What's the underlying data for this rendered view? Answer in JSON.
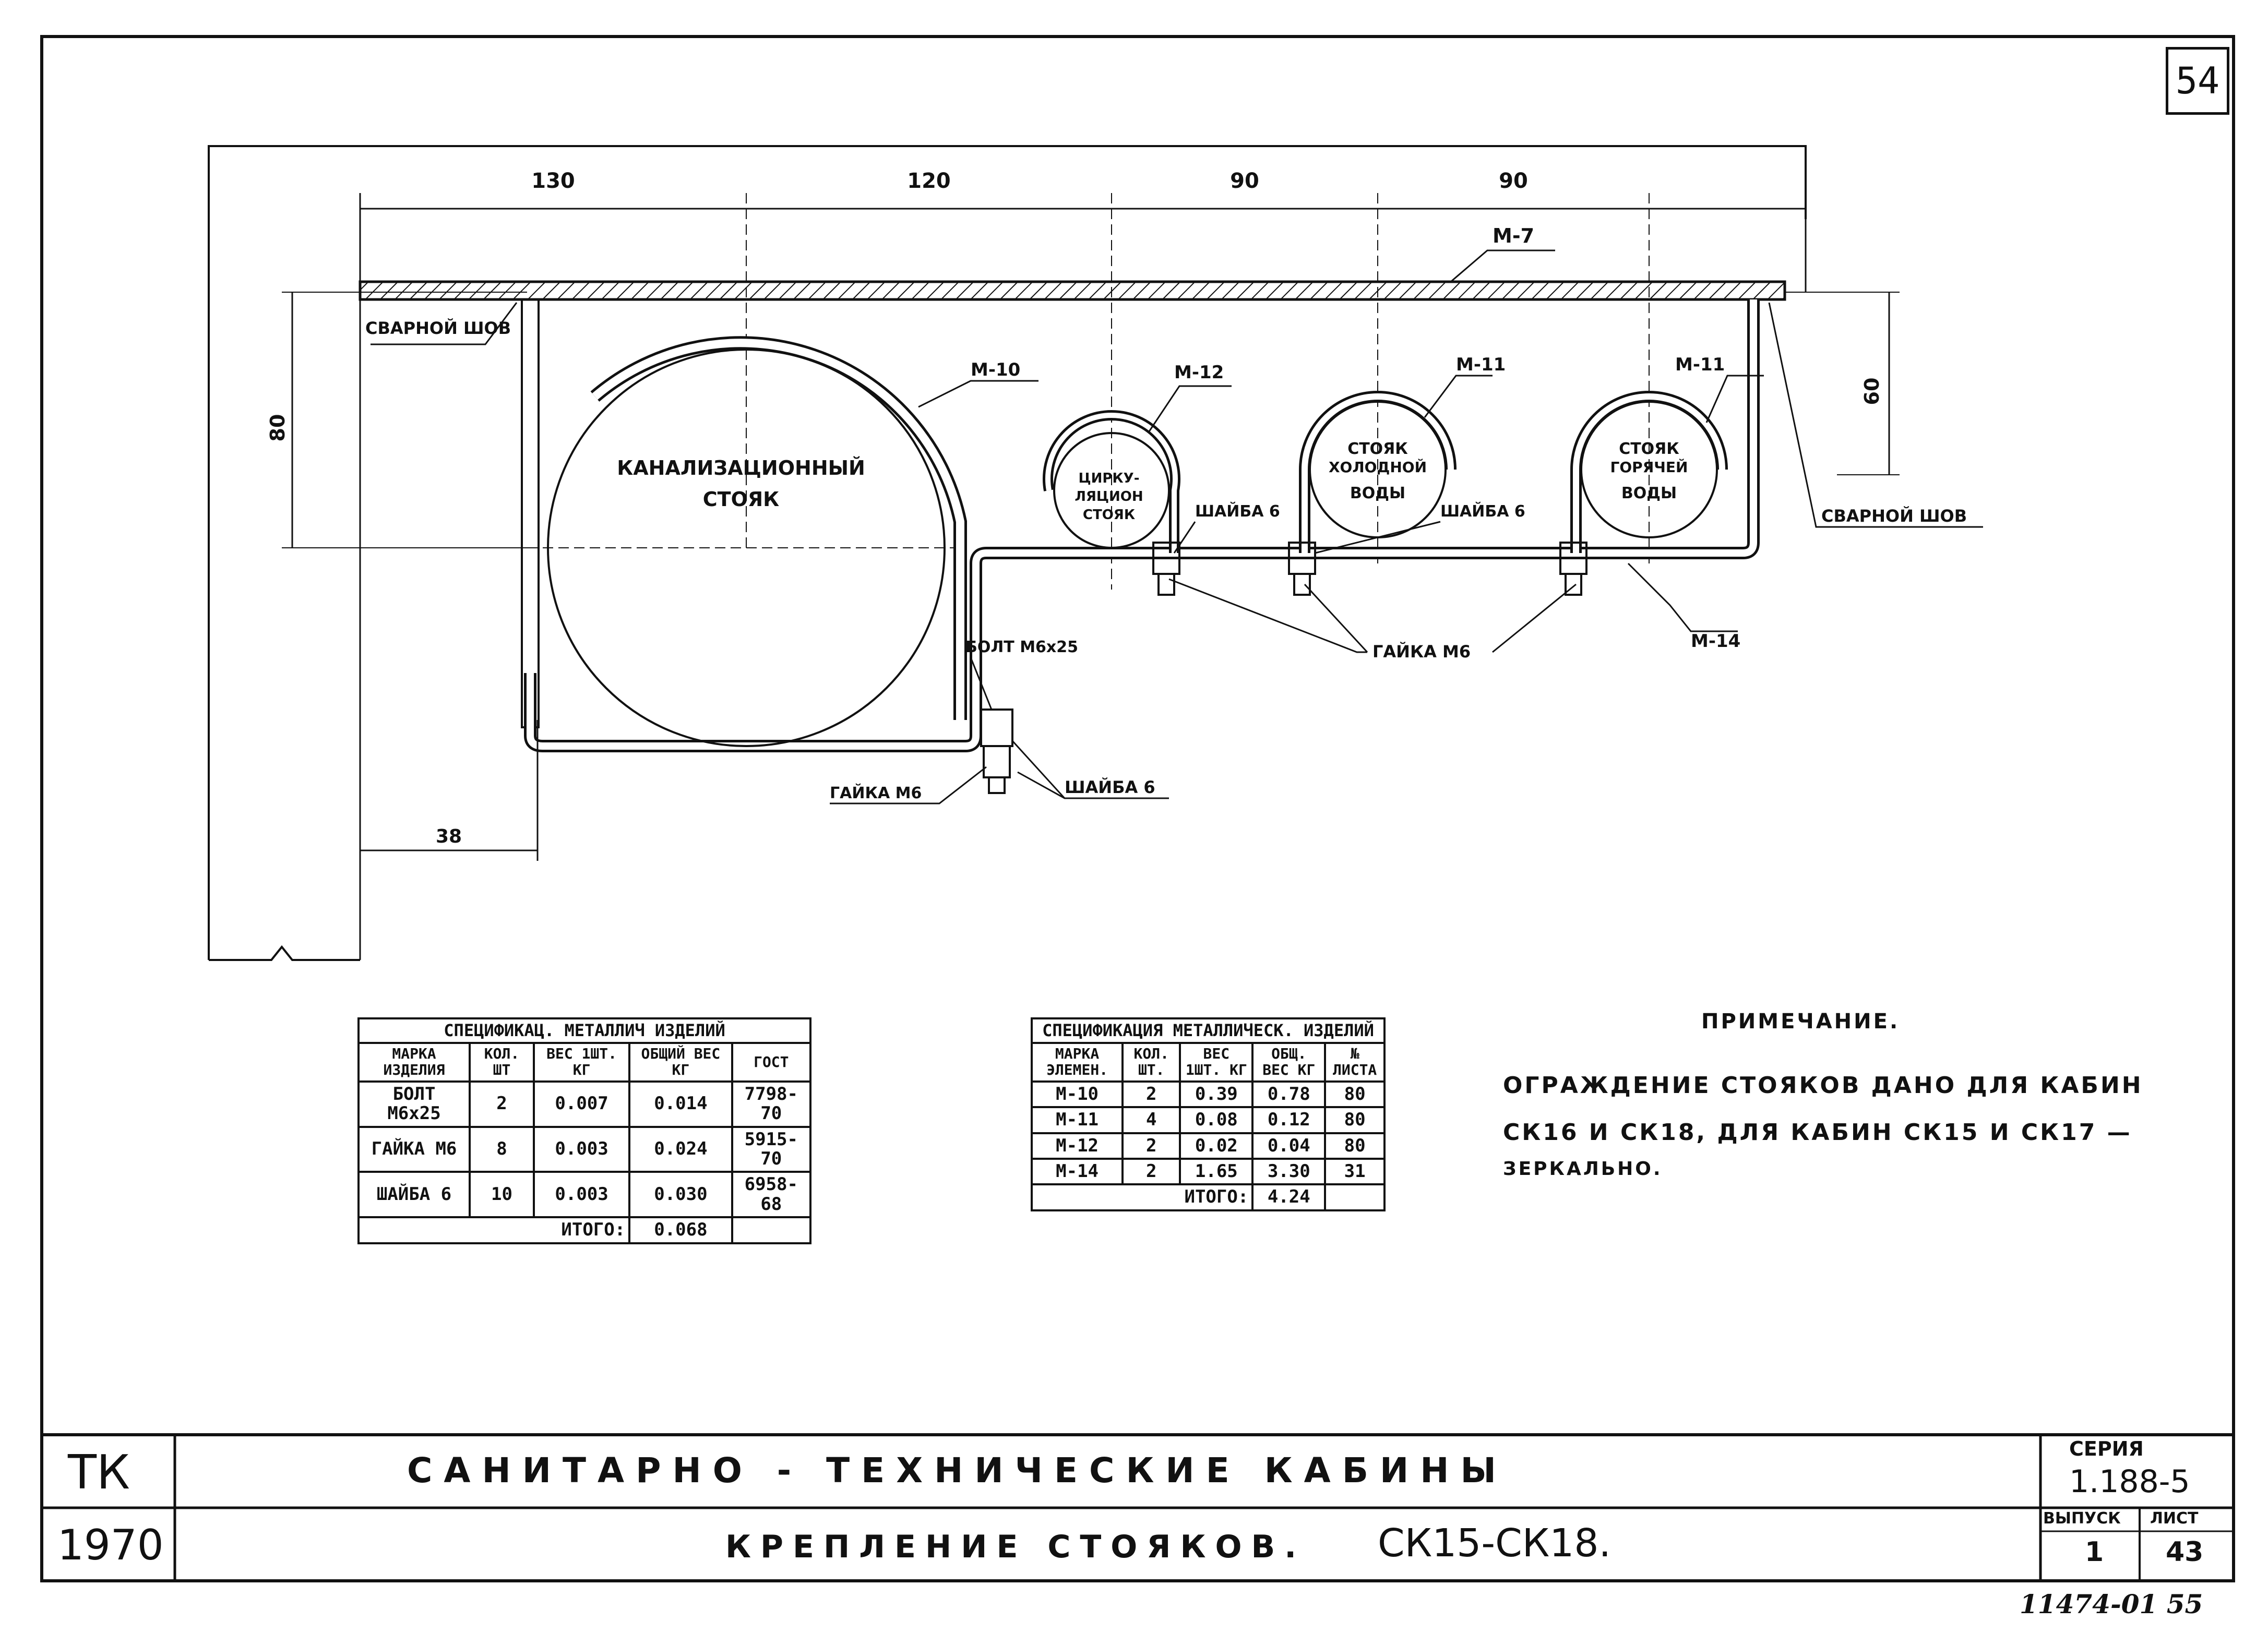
{
  "sheet_number": "54",
  "dims": {
    "top": [
      "130",
      "120",
      "90",
      "90"
    ],
    "left_vertical": "80",
    "right_vertical": "60",
    "bottom": "38"
  },
  "labels": {
    "m7": "М-7",
    "m10": "М-10",
    "m12": "М-12",
    "m11a": "М-11",
    "m11b": "М-11",
    "m14": "М-14",
    "weld_left": "СВАРНОЙ ШОВ",
    "weld_right": "СВАРНОЙ ШОВ",
    "sewer_riser_1": "КАНАЛИЗАЦИОННЫЙ",
    "sewer_riser_2": "СТОЯК",
    "circ_riser_1": "ЦИРКУ-",
    "circ_riser_2": "ЛЯЦИОН",
    "circ_riser_3": "СТОЯК",
    "cold_riser_1": "СТОЯК",
    "cold_riser_2": "ХОЛОДНОЙ",
    "cold_riser_3": "ВОДЫ",
    "hot_riser_1": "СТОЯК",
    "hot_riser_2": "ГОРЯЧЕЙ",
    "hot_riser_3": "ВОДЫ",
    "washer_a": "ШАЙБА 6",
    "washer_b": "ШАЙБА 6",
    "washer_c": "ШАЙБА 6",
    "nut_m6_a": "ГАЙКА М6",
    "nut_m6_b": "ГАЙКА М6",
    "bolt": "БОЛТ М6х25"
  },
  "table1": {
    "title": "СПЕЦИФИКАЦ. МЕТАЛЛИЧ ИЗДЕЛИЙ",
    "headers": [
      "МАРКА ИЗДЕЛИЯ",
      "КОЛ. ШТ",
      "ВЕС 1ШТ. КГ",
      "ОБЩИЙ ВЕС КГ",
      "ГОСТ"
    ],
    "rows": [
      [
        "БОЛТ М6х25",
        "2",
        "0.007",
        "0.014",
        "7798-70"
      ],
      [
        "ГАЙКА М6",
        "8",
        "0.003",
        "0.024",
        "5915-70"
      ],
      [
        "ШАЙБА 6",
        "10",
        "0.003",
        "0.030",
        "6958-68"
      ]
    ],
    "total_label": "ИТОГО:",
    "total_value": "0.068"
  },
  "table2": {
    "title": "СПЕЦИФИКАЦИЯ МЕТАЛЛИЧЕСК. ИЗДЕЛИЙ",
    "headers": [
      "МАРКА ЭЛЕМЕН.",
      "КОЛ. ШТ.",
      "ВЕС 1ШТ. КГ",
      "ОБЩ. ВЕС КГ",
      "№ ЛИСТА"
    ],
    "rows": [
      [
        "М-10",
        "2",
        "0.39",
        "0.78",
        "80"
      ],
      [
        "М-11",
        "4",
        "0.08",
        "0.12",
        "80"
      ],
      [
        "М-12",
        "2",
        "0.02",
        "0.04",
        "80"
      ],
      [
        "М-14",
        "2",
        "1.65",
        "3.30",
        "31"
      ]
    ],
    "total_label": "ИТОГО:",
    "total_value": "4.24"
  },
  "note": {
    "title": "ПРИМЕЧАНИЕ.",
    "line1": "ОГРАЖДЕНИЕ СТОЯКОВ ДАНО ДЛЯ КАБИН",
    "line2": "СК16 И СК18, ДЛЯ КАБИН СК15 И СК17 —",
    "line3": "ЗЕРКАЛЬНО."
  },
  "title_block": {
    "org": "ТК",
    "year": "1970",
    "title": "САНИТАРНО - ТЕХНИЧЕСКИЕ КАБИНЫ",
    "subtitle": "КРЕПЛЕНИЕ СТОЯКОВ.",
    "code": "СК15-СК18.",
    "series_label": "СЕРИЯ",
    "series_value": "1.188-5",
    "issue_label": "ВЫПУСК",
    "issue_value": "1",
    "sheet_label": "ЛИСТ",
    "sheet_value": "43"
  },
  "archive_number": "11474-01 55"
}
